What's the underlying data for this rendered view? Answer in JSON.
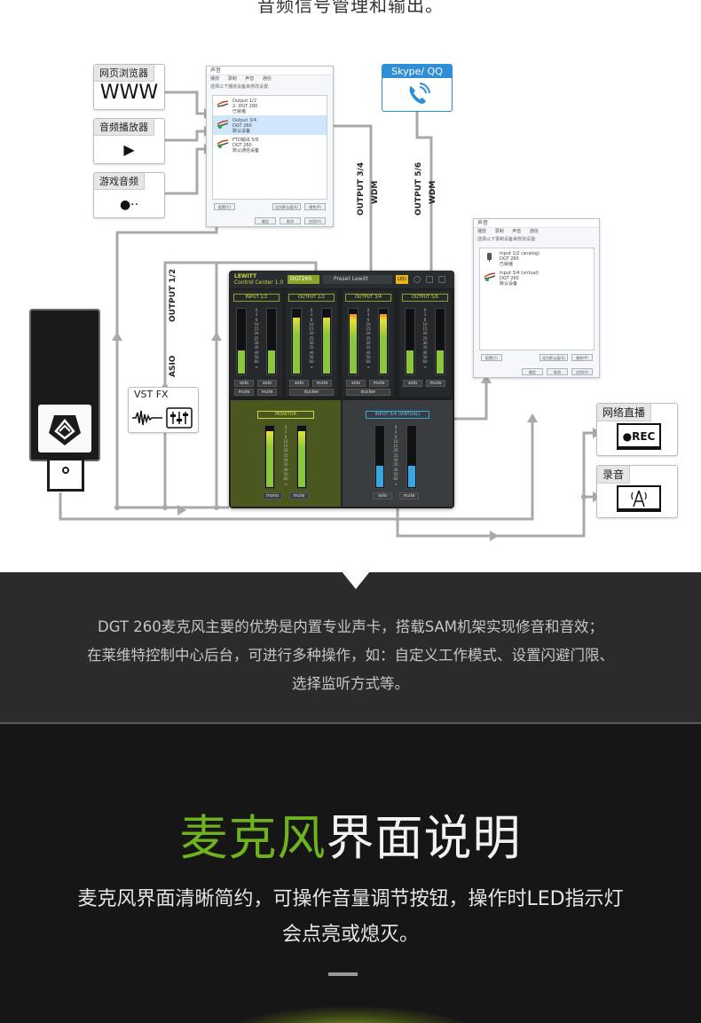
{
  "top_title": "音频信号管理和输出。",
  "sources": [
    {
      "label": "网页浏览器",
      "content": "WWW"
    },
    {
      "label": "音频播放器",
      "content": "▶"
    },
    {
      "label": "游戏音频",
      "content": "●··"
    }
  ],
  "skype_label": "Skype/ QQ",
  "output_labels": {
    "out34": "OUTPUT 3/4",
    "out34_sub": "WDM",
    "out56": "OUTPUT 5/6",
    "out56_sub": "WDM",
    "out12": "OUTPUT 1/2",
    "out12_sub": "ASIO"
  },
  "vst_label": "VST FX",
  "destinations": [
    {
      "label": "网络直播",
      "icon": "●REC"
    },
    {
      "label": "录音",
      "icon": "tower-icon"
    }
  ],
  "control_center": {
    "brand": "LEWITT",
    "app_name": "Control Center 1.0",
    "model": "DGT260",
    "preset": "Preset Lewitt",
    "led": "LED",
    "strips": [
      {
        "label": "INPUT 1/2",
        "levels": [
          0.35,
          0.35
        ],
        "buttons": [
          "solo",
          "mute",
          "solo",
          "mute"
        ]
      },
      {
        "label": "OUTPUT 1/2",
        "levels": [
          0.85,
          0.85
        ],
        "buttons": [
          "solo",
          "mute",
          "ducker"
        ]
      },
      {
        "label": "OUTPUT 3/4",
        "levels": [
          0.9,
          0.9
        ],
        "buttons": [
          "solo",
          "mute",
          "ducker"
        ]
      },
      {
        "label": "OUTPUT 5/6",
        "levels": [
          0.35,
          0.35
        ],
        "buttons": [
          "solo",
          "mute"
        ]
      }
    ],
    "scale": [
      "0",
      "3",
      "6",
      "10",
      "15",
      "20",
      "25",
      "30",
      "35",
      "40",
      "50",
      "60",
      "∞"
    ],
    "monitor": {
      "label": "MONITOR",
      "levels": [
        0.9,
        0.9
      ],
      "buttons": [
        "mono",
        "mute"
      ]
    },
    "virtual_input": {
      "label": "INPUT 3/4 (VIRTUAL)",
      "levels": [
        0.35,
        0.35
      ],
      "buttons": [
        "solo",
        "mute"
      ]
    }
  },
  "win1": {
    "title": "声音",
    "tabs": [
      "播放",
      "录制",
      "声音",
      "通信"
    ],
    "desc": "选择以下播放设备来修改设置:",
    "rows": [
      {
        "name": "Output 1/2",
        "sub": "2- DGT 260",
        "status": "已就绪"
      },
      {
        "name": "Output 3/4",
        "sub": "DGT 260",
        "status": "默认设备"
      },
      {
        "name": "FTO输出 5/6",
        "sub": "DGT 260",
        "status": "默认通信设备"
      }
    ],
    "btn_config": "配置(C)",
    "btn_default": "设为默认值(S)",
    "btn_props": "属性(P)",
    "btn_ok": "确定",
    "btn_cancel": "取消",
    "btn_apply": "应用(A)"
  },
  "win2": {
    "title": "声音",
    "tabs": [
      "播放",
      "录制",
      "声音",
      "通信"
    ],
    "desc": "选择以下录制设备来修改设置:",
    "rows": [
      {
        "name": "Input 1/2 (analog)",
        "sub": "DGT 260",
        "status": "已就绪"
      },
      {
        "name": "Input 3/4 (virtual)",
        "sub": "DGT 260",
        "status": "默认设备"
      }
    ],
    "btn_config": "配置(C)",
    "btn_default": "设为默认值(S)",
    "btn_props": "属性(P)",
    "btn_ok": "确定",
    "btn_cancel": "取消",
    "btn_apply": "应用(A)"
  },
  "band": {
    "line1": "DGT 260麦克风主要的优势是内置专业声卡，搭载SAM机架实现修音和音效；",
    "line2": "在莱维特控制中心后台，可进行多种操作，如：自定义工作模式、设置闪避门限、",
    "line3": "选择监听方式等。"
  },
  "section2": {
    "title_green": "麦克风",
    "title_white": "界面说明",
    "desc_line1": "麦克风界面清晰简约，可操作音量调节按钮，操作时LED指示灯",
    "desc_line2": "会点亮或熄灭。"
  },
  "colors": {
    "accent_green": "#6fb31c",
    "skype_blue": "#2f8fd6",
    "meter_green": "#8cc63f",
    "meter_yellow": "#e5e03a",
    "meter_blue": "#3aa6e0",
    "dark_band": "#2b2b2b",
    "dark_bottom": "#161616"
  }
}
